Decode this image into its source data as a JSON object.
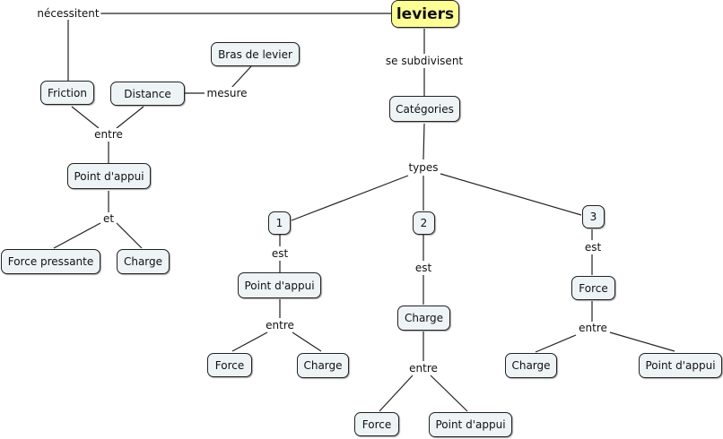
{
  "concepts": {
    "leviers": "leviers",
    "categories": "Catégories",
    "friction": "Friction",
    "distance": "Distance",
    "bras_de_levier": "Bras de levier",
    "point_appui_left": "Point d'appui",
    "force_pressante": "Force pressante",
    "charge_left": "Charge",
    "type1": "1",
    "type2": "2",
    "type3": "3",
    "t1_point_appui": "Point d'appui",
    "t1_force": "Force",
    "t1_charge": "Charge",
    "t2_charge": "Charge",
    "t2_force": "Force",
    "t2_point_appui": "Point d'appui",
    "t3_force": "Force",
    "t3_charge": "Charge",
    "t3_point_appui": "Point d'appui"
  },
  "links": {
    "necessitent": "nécessitent",
    "se_subdivisent": "se subdivisent",
    "mesure": "mesure",
    "entre_left": "entre",
    "et": "et",
    "types": "types",
    "est1": "est",
    "est2": "est",
    "est3": "est",
    "entre1": "entre",
    "entre2": "entre",
    "entre3": "entre"
  },
  "colors": {
    "root_fill": "#fdfd96",
    "node_fill": "#eef3f6",
    "border": "#222222"
  }
}
